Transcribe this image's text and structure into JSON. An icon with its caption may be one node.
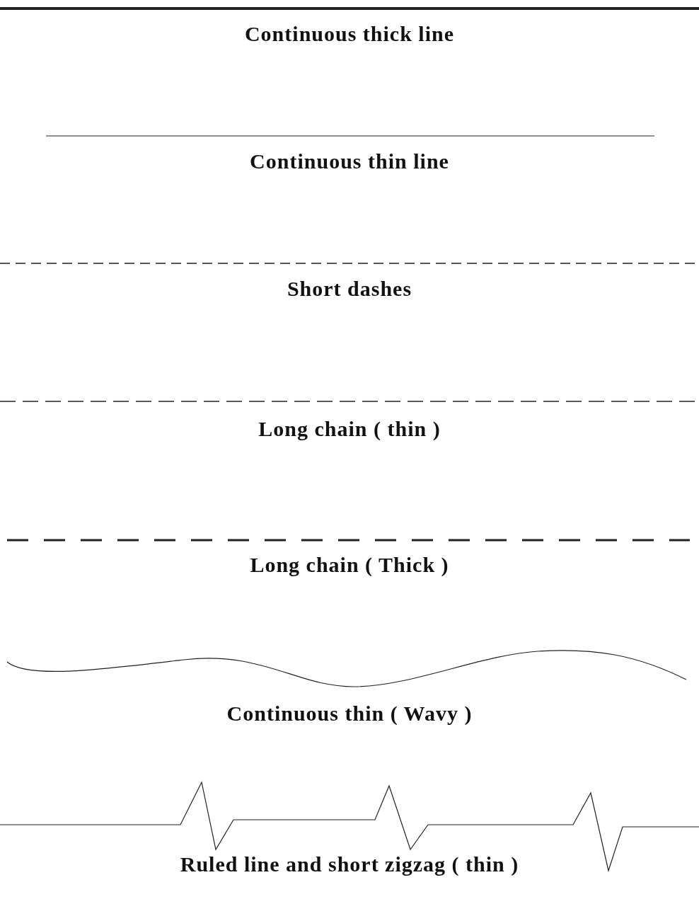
{
  "diagram": {
    "labels": [
      "Continuous thick line",
      "Continuous thin line",
      "Short dashes",
      "Long chain ( thin )",
      "Long chain ( Thick )",
      "Continuous thin ( Wavy )",
      "Ruled line and short zigzag ( thin )"
    ]
  }
}
